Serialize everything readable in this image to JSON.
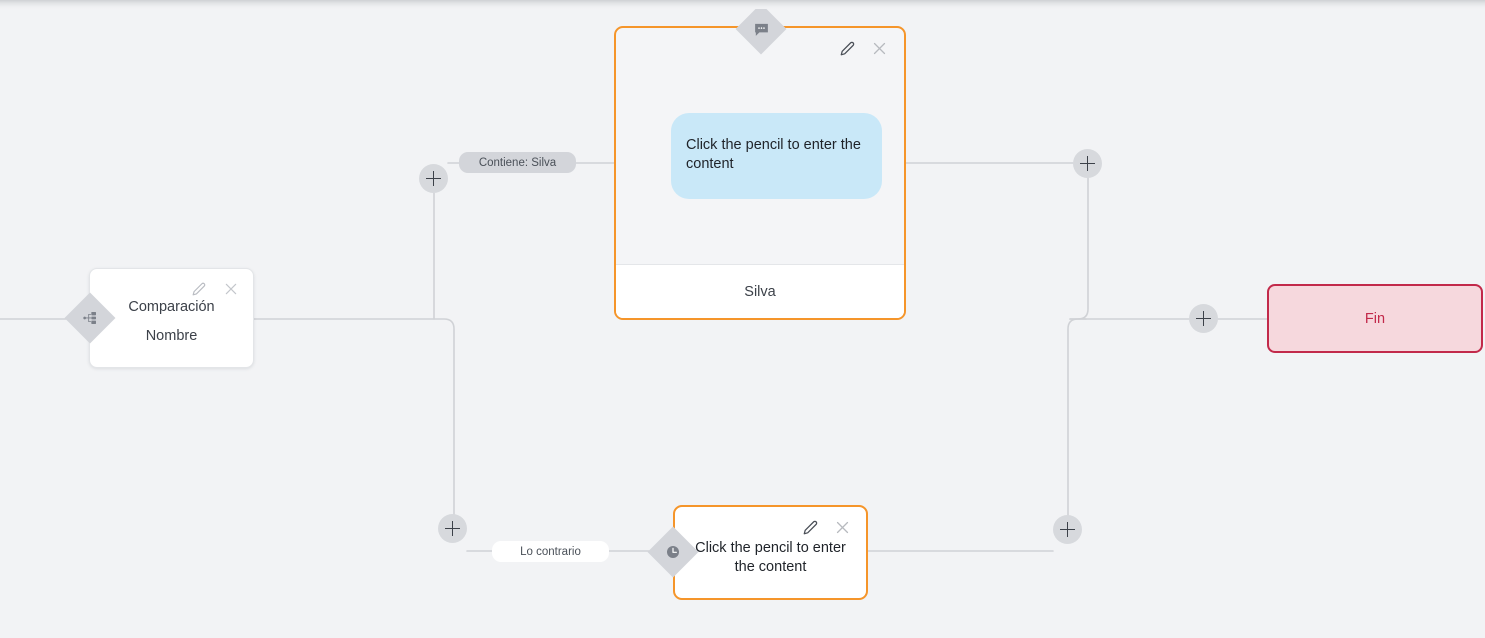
{
  "canvas": {
    "background": "#f2f3f5",
    "type": "flow-builder-canvas"
  },
  "colors": {
    "accent_orange": "#f5952a",
    "bubble_blue": "#c9e8f8",
    "end_red_border": "#c2294a",
    "end_red_fill": "#f6d8dd",
    "edge_gray": "#d0d2d6",
    "diamond_gray": "#d3d5da"
  },
  "nodes": {
    "comparison": {
      "name": "comparacion-node",
      "title": "Comparación",
      "subtitle": "Nombre",
      "badge_icon": "branch-split-icon",
      "edit_icon": "pencil-icon",
      "close_icon": "close-icon"
    },
    "message": {
      "name": "message-node",
      "badge_icon": "message-bubble-icon",
      "bubble_text": "Click the pencil to enter the content",
      "footer_label": "Silva",
      "edit_icon": "pencil-icon",
      "close_icon": "close-icon"
    },
    "delay": {
      "name": "delay-node",
      "badge_icon": "clock-icon",
      "text": "Click the pencil to enter the content",
      "edit_icon": "pencil-icon",
      "close_icon": "close-icon"
    },
    "end": {
      "name": "end-node",
      "label": "Fin"
    }
  },
  "edge_labels": {
    "true_branch": "Contiene: Silva",
    "false_branch": "Lo contrario"
  },
  "add_buttons": [
    {
      "name": "add-step-top-left",
      "label": "+"
    },
    {
      "name": "add-step-bottom-left",
      "label": "+"
    },
    {
      "name": "add-step-top-right",
      "label": "+"
    },
    {
      "name": "add-step-bottom-right",
      "label": "+"
    },
    {
      "name": "add-step-before-end",
      "label": "+"
    }
  ]
}
